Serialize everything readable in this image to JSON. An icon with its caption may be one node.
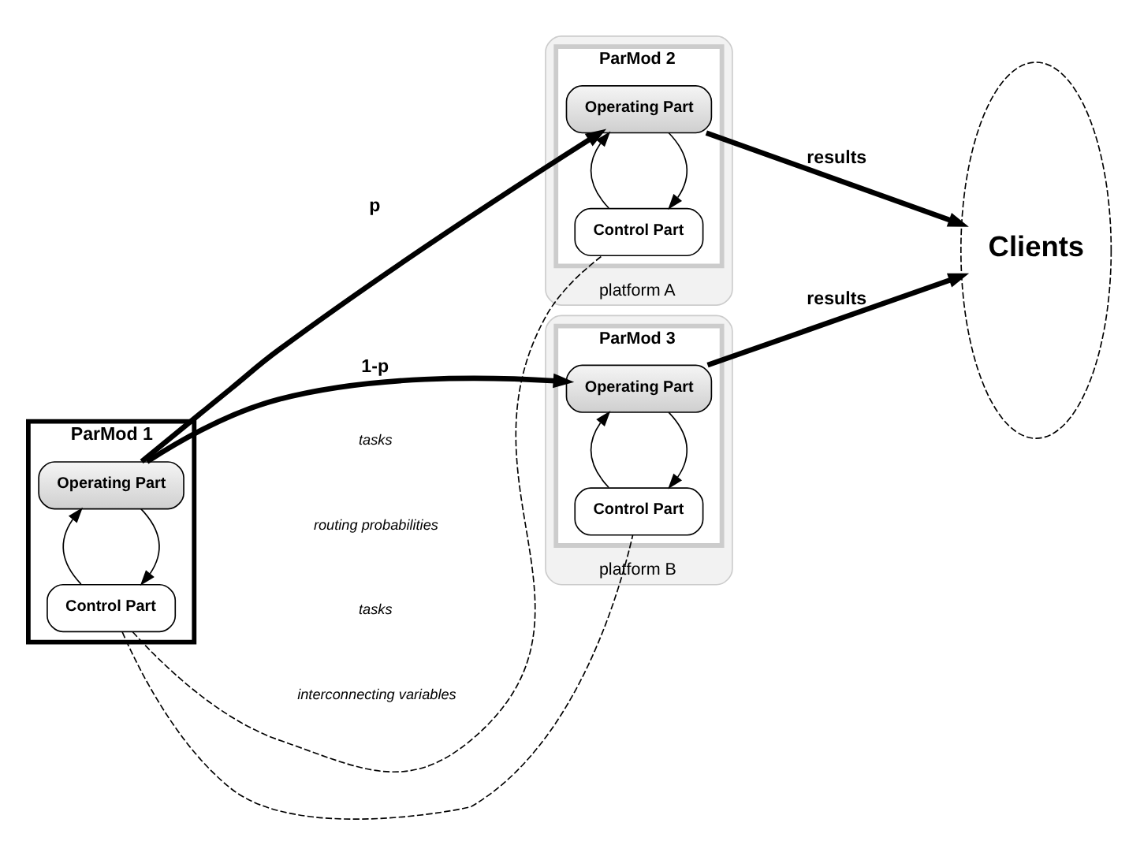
{
  "diagram": {
    "nodes": [
      {
        "text": [
          "ParMod 1"
        ]
      },
      {
        "text": [
          "Operating Part"
        ],
        "in": 0
      },
      {
        "text": [
          "Control Part"
        ],
        "in": 0
      },
      {
        "text": [
          "platform A"
        ]
      },
      {
        "text": [
          "ParMod 2"
        ],
        "in": 3
      },
      {
        "text": [
          "Operating Part"
        ],
        "in": 4
      },
      {
        "text": [
          "Control Part"
        ],
        "in": 4
      },
      {
        "text": [
          "platform B"
        ]
      },
      {
        "text": [
          "ParMod 3"
        ],
        "in": 7
      },
      {
        "text": [
          "Operating Part"
        ],
        "in": 8
      },
      {
        "text": [
          "Control Part"
        ],
        "in": 8
      },
      {
        "text": [
          "Clients"
        ]
      }
    ],
    "edges": [
      {
        "from": 1,
        "to": 2,
        "arrow": "to"
      },
      {
        "from": 2,
        "to": 1,
        "arrow": "to"
      },
      {
        "from": 1,
        "to": 5,
        "arrow": "to",
        "label": "p",
        "style": "thick"
      },
      {
        "from": 1,
        "to": 9,
        "arrow": "to",
        "label": "1-p",
        "style": "thick"
      },
      {
        "from": 2,
        "to": 6,
        "arrow": "none",
        "style": "dashed"
      },
      {
        "from": 2,
        "to": 10,
        "arrow": "none",
        "style": "dashed"
      },
      {
        "from": 5,
        "to": 6,
        "arrow": "to"
      },
      {
        "from": 6,
        "to": 5,
        "arrow": "to"
      },
      {
        "from": 9,
        "to": 10,
        "arrow": "to"
      },
      {
        "from": 10,
        "to": 9,
        "arrow": "to"
      },
      {
        "from": 5,
        "to": 11,
        "arrow": "to",
        "label": "results",
        "style": "thick"
      },
      {
        "from": 9,
        "to": 11,
        "arrow": "to",
        "label": "results",
        "style": "thick"
      }
    ],
    "labels": [
      "tasks",
      "routing probabilities",
      "tasks",
      "interconnecting variables"
    ]
  }
}
